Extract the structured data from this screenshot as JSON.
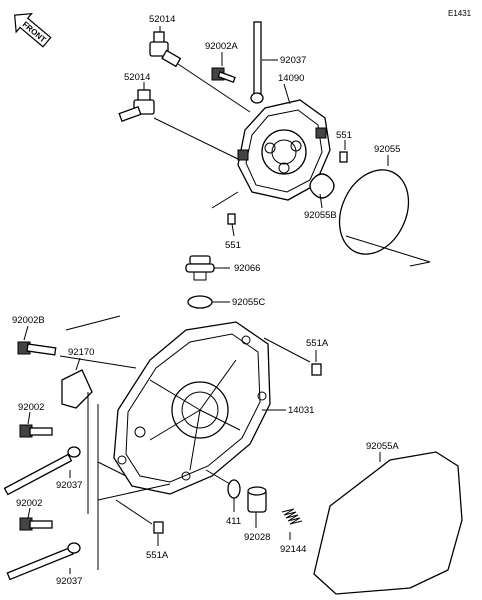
{
  "diagram_id": "E1431",
  "front_marker": "FRONT",
  "callouts": {
    "p52014_top": "52014",
    "p92002A": "92002A",
    "p92037_top": "92037",
    "p52014_mid": "52014",
    "p14090": "14090",
    "p551_right": "551",
    "p92055": "92055",
    "p92055B": "92055B",
    "p551_left": "551",
    "p92066": "92066",
    "p92055C": "92055C",
    "p92002B": "92002B",
    "p551A_right": "551A",
    "p92170": "92170",
    "p92002_mid": "92002",
    "p14031": "14031",
    "p92055A": "92055A",
    "p92037_mid": "92037",
    "p411": "411",
    "p92002_low": "92002",
    "p92028": "92028",
    "p92144": "92144",
    "p551A_low": "551A",
    "p92037_low": "92037"
  }
}
